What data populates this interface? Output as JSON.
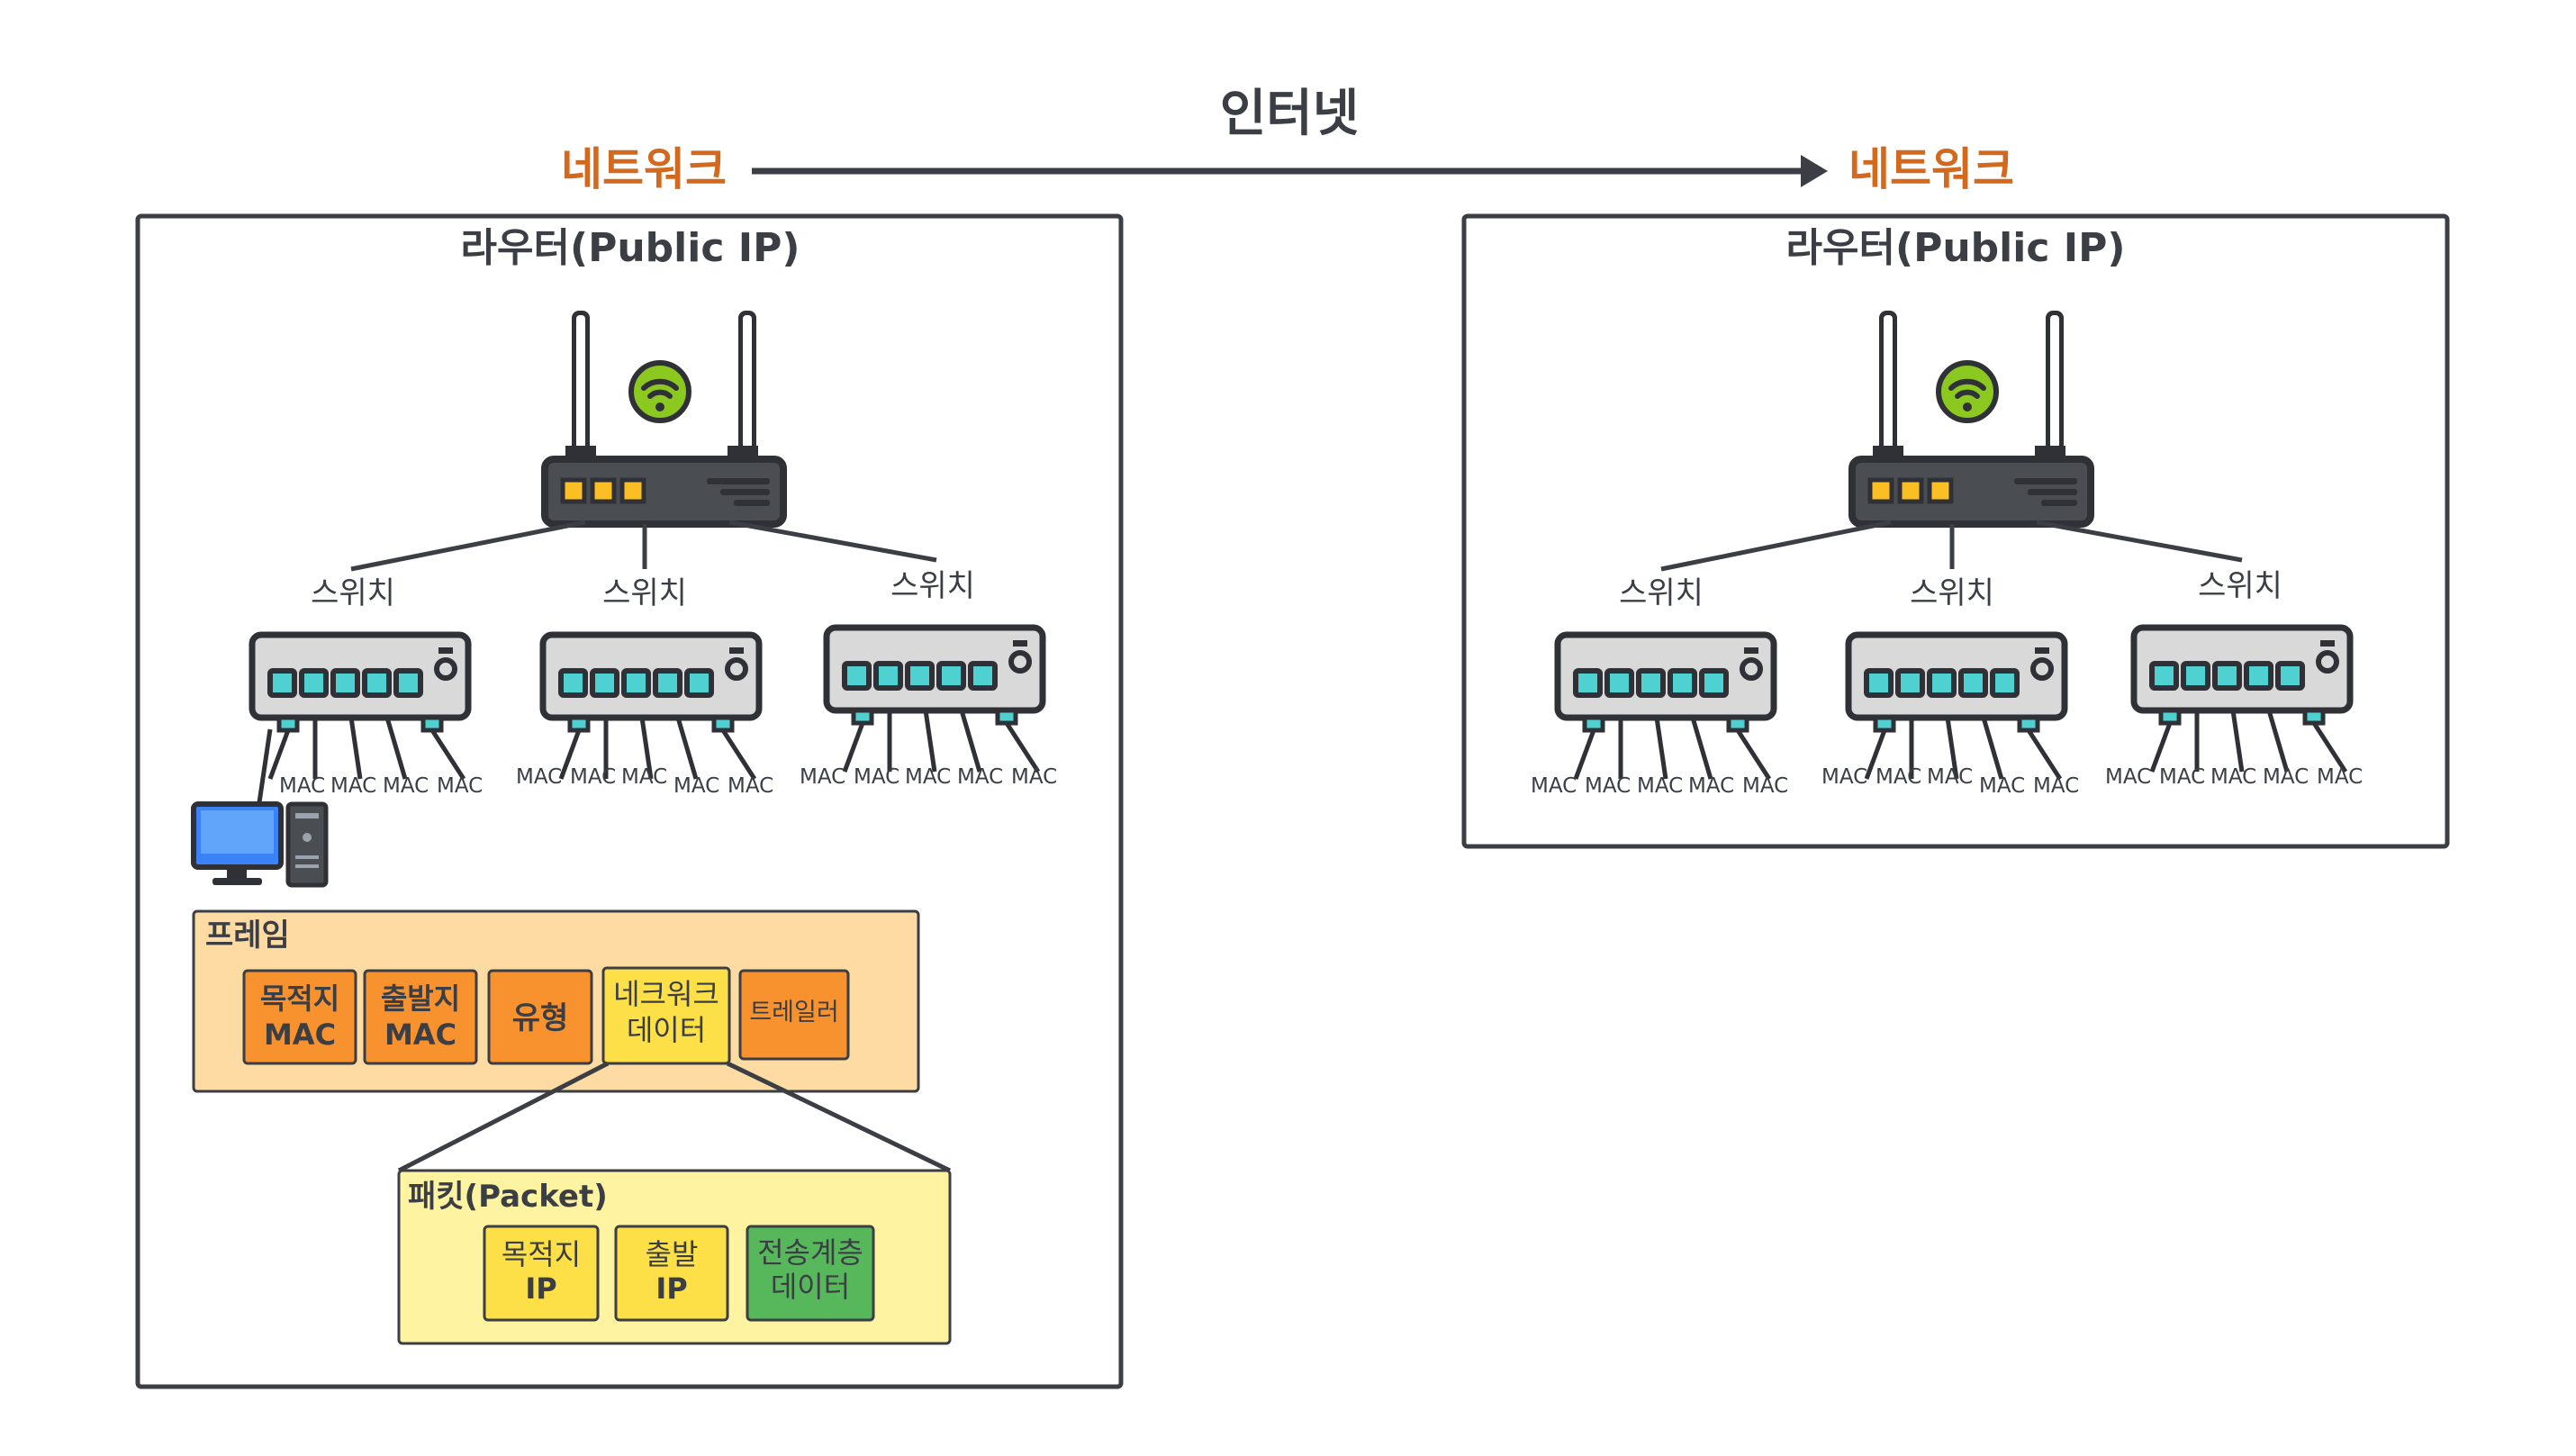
{
  "title": "인터넷",
  "left_network_label": "네트워크",
  "right_network_label": "네트워크",
  "router_label": "라우터(Public IP)",
  "switch_label": "스위치",
  "mac_label": "MAC",
  "frame": {
    "title": "프레임",
    "dest_mac_line1": "목적지",
    "dest_mac_line2": "MAC",
    "src_mac_line1": "출발지",
    "src_mac_line2": "MAC",
    "type": "유형",
    "network_data_line1": "네크워크",
    "network_data_line2": "데이터",
    "trailer": "트레일러"
  },
  "packet": {
    "title": "패킷(Packet)",
    "dest_ip_line1": "목적지",
    "dest_ip_line2": "IP",
    "src_ip_line1": "출발",
    "src_ip_line2": "IP",
    "transport_line1": "전송계층",
    "transport_line2": "데이터"
  },
  "colors": {
    "title_orange": "#d2691e",
    "frame_bg": "#fddba3",
    "field_orange": "#f7922e",
    "field_yellow": "#fde047",
    "packet_bg": "#fef3a0",
    "field_green": "#56b85a",
    "switch_port": "#4fd1d1",
    "router_body": "#4a4d52",
    "router_led": "#fbbf24",
    "wifi_green": "#8bc820"
  }
}
